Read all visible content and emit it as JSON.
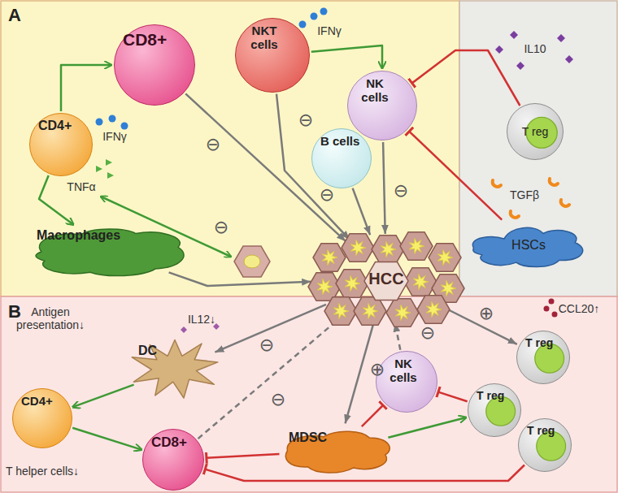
{
  "diagram": {
    "nodes": [
      {
        "text": [
          "A"
        ]
      },
      {
        "text": [
          "CD4+"
        ],
        "in": 0
      },
      {
        "text": [
          "CD8+"
        ],
        "in": 0
      },
      {
        "text": [
          "NKT cells"
        ],
        "in": 0
      },
      {
        "text": [
          "NK cells"
        ],
        "in": 0
      },
      {
        "text": [
          "B cells"
        ],
        "in": 0
      },
      {
        "text": [
          "Macrophages"
        ],
        "in": 0
      },
      {
        "text": [
          "HCC"
        ]
      },
      {
        "text": [
          "T reg"
        ]
      },
      {
        "text": [
          "HSCs"
        ]
      },
      {
        "text": [
          "B"
        ]
      },
      {
        "text": [
          "DC"
        ],
        "in": 10
      },
      {
        "text": [
          "CD4+"
        ],
        "in": 10
      },
      {
        "text": [
          "CD8+"
        ],
        "in": 10
      },
      {
        "text": [
          "MDSC"
        ],
        "in": 10
      },
      {
        "text": [
          "NK cells"
        ],
        "in": 10
      },
      {
        "text": [
          "T reg"
        ],
        "in": 10
      },
      {
        "text": [
          "T reg"
        ],
        "in": 10
      },
      {
        "text": [
          "T reg"
        ],
        "in": 10
      }
    ],
    "edges": [
      {
        "from": 1,
        "to": 2,
        "arrow": "to"
      },
      {
        "from": 1,
        "to": 6,
        "arrow": "to"
      },
      {
        "from": 3,
        "to": 4,
        "arrow": "to"
      },
      {
        "from": 2,
        "to": 7,
        "arrow": "to"
      },
      {
        "from": 3,
        "to": 7,
        "arrow": "to"
      },
      {
        "from": 5,
        "to": 7,
        "arrow": "to"
      },
      {
        "from": 4,
        "to": 7,
        "arrow": "to"
      },
      {
        "from": 6,
        "to": 7,
        "arrow": "to"
      },
      {
        "from": 8,
        "to": 4,
        "arrow": "to"
      },
      {
        "from": 9,
        "to": 4,
        "arrow": "to"
      },
      {
        "from": 7,
        "to": 11,
        "arrow": "to"
      },
      {
        "from": 11,
        "to": 12,
        "arrow": "to"
      },
      {
        "from": 12,
        "to": 13,
        "arrow": "to"
      },
      {
        "from": 13,
        "to": 7,
        "arrow": "to"
      },
      {
        "from": 7,
        "to": 14,
        "arrow": "to"
      },
      {
        "from": 14,
        "to": 15,
        "arrow": "to"
      },
      {
        "from": 15,
        "to": 7,
        "arrow": "to"
      },
      {
        "from": 7,
        "to": 16,
        "arrow": "to"
      },
      {
        "from": 14,
        "to": 13,
        "arrow": "to"
      },
      {
        "from": 14,
        "to": 17,
        "arrow": "to"
      },
      {
        "from": 17,
        "to": 15,
        "arrow": "to"
      },
      {
        "from": 18,
        "to": 13,
        "arrow": "to"
      }
    ],
    "labels": [
      "IFNγ",
      "IFNγ",
      "TNFα",
      "IL10",
      "TGFβ",
      "⊖",
      "⊖",
      "⊖",
      "⊖",
      "⊖",
      "Antigen presentation↓",
      "IL12↓",
      "T helper cells↓",
      "⊖",
      "⊖",
      "⊕",
      "⊖",
      "⊕",
      "CCL20↑"
    ]
  }
}
